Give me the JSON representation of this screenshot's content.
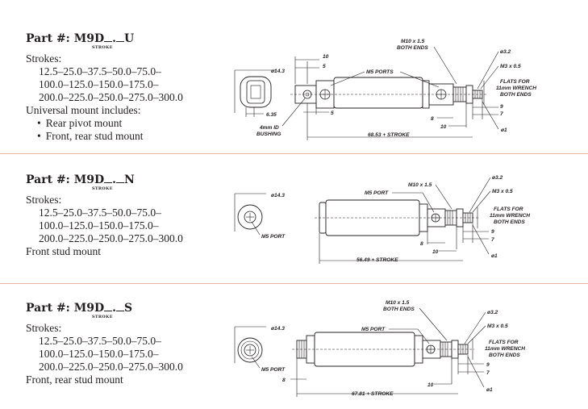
{
  "sections": [
    {
      "part_prefix": "Part #:",
      "part_code": "M9D",
      "part_suffix": "U",
      "stroke_tag": "STROKE",
      "strokes_label": "Strokes:",
      "stroke_lines": [
        "12.5–25.0–37.5–50.0–75.0–",
        "100.0–125.0–150.0–175.0–",
        "200.0–225.0–250.0–275.0–300.0"
      ],
      "mount_lines": [
        "Universal mount includes:"
      ],
      "bullets": [
        "Rear pivot mount",
        "Front, rear stud mount"
      ],
      "drawing": {
        "dia_body": "ø14.3",
        "dim_6_35": "6.35",
        "bushing": [
          "4mm ID",
          "BUSHING"
        ],
        "dim_10": "10",
        "dim_5a": "5",
        "dim_5b": "5",
        "m5_ports": "M5 PORTS",
        "m10": [
          "M10 x 1.5",
          "BOTH ENDS"
        ],
        "dia_3_2": "ø3.2",
        "m3": "M3 x 0.5",
        "flats": [
          "FLATS FOR",
          "11mm WRENCH",
          "BOTH ENDS"
        ],
        "dim_9": "9",
        "dim_7": "7",
        "dim_8": "8",
        "dim_10b": "10",
        "dia_1": "ø1",
        "overall": "68.53 + STROKE"
      }
    },
    {
      "part_prefix": "Part #:",
      "part_code": "M9D",
      "part_suffix": "N",
      "stroke_tag": "STROKE",
      "strokes_label": "Strokes:",
      "stroke_lines": [
        "12.5–25.0–37.5–50.0–75.0–",
        "100.0–125.0–150.0–175.0–",
        "200.0–225.0–250.0–275.0–300.0"
      ],
      "mount_lines": [
        "Front stud mount"
      ],
      "bullets": [],
      "drawing": {
        "dia_body": "ø14.3",
        "m5_port_end": "M5 PORT",
        "m5_port": "M5 PORT",
        "m10": [
          "M10 x 1.5"
        ],
        "dia_3_2": "ø3.2",
        "m3": "M3 x 0.5",
        "flats": [
          "FLATS FOR",
          "11mm WRENCH",
          "BOTH ENDS"
        ],
        "dim_9": "9",
        "dim_7": "7",
        "dim_8": "8",
        "dim_10b": "10",
        "dia_1": "ø1",
        "overall": "56.49 + STROKE"
      }
    },
    {
      "part_prefix": "Part #:",
      "part_code": "M9D",
      "part_suffix": "S",
      "stroke_tag": "STROKE",
      "strokes_label": "Strokes:",
      "stroke_lines": [
        "12.5–25.0–37.5–50.0–75.0–",
        "100.0–125.0–150.0–175.0–",
        "200.0–225.0–250.0–275.0–300.0"
      ],
      "mount_lines": [
        "Front, rear stud mount"
      ],
      "bullets": [],
      "drawing": {
        "dia_body": "ø14.3",
        "m5_port_end": "M5 PORT",
        "m5_port": "M5 PORT",
        "m10": [
          "M10 x 1.5",
          "BOTH ENDS"
        ],
        "dia_3_2": "ø3.2",
        "m3": "M3 x 0.5",
        "flats": [
          "FLATS FOR",
          "11mm WRENCH",
          "BOTH ENDS"
        ],
        "dim_9": "9",
        "dim_7": "7",
        "dim_8": "8",
        "dim_10b": "10",
        "dia_1": "ø1",
        "overall": "67.81 + STROKE"
      }
    }
  ]
}
